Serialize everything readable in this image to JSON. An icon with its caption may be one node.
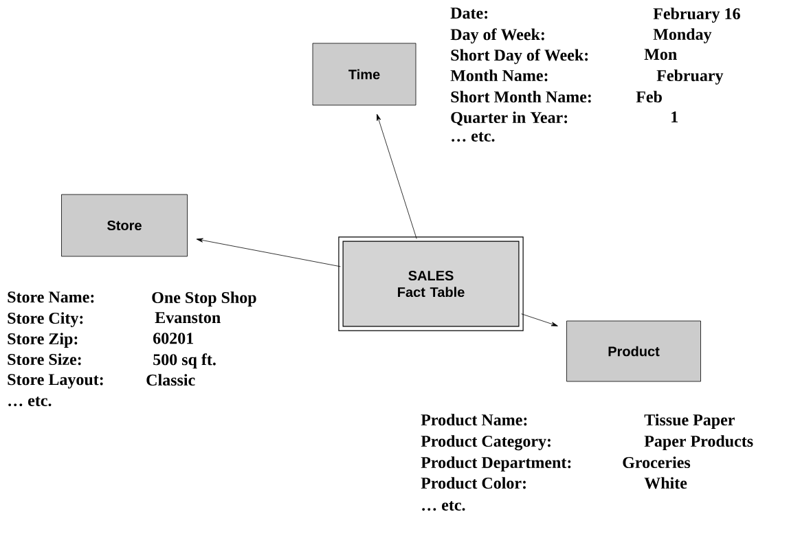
{
  "diagram": {
    "nodes": [
      {
        "text": [
          "Time"
        ]
      },
      {
        "text": [
          "Store"
        ]
      },
      {
        "text": [
          "SALES Fact Table"
        ]
      },
      {
        "text": [
          "Product"
        ]
      }
    ],
    "edges": [
      {
        "from": 2,
        "to": 0,
        "arrow": "to"
      },
      {
        "from": 2,
        "to": 1,
        "arrow": "to"
      },
      {
        "from": 2,
        "to": 3,
        "arrow": "to"
      }
    ],
    "labels": [
      "Date:",
      "February 16",
      "Day of Week:",
      "Monday",
      "Short Day of Week:",
      "Mon",
      "Month Name:",
      "February",
      "Short Month Name:",
      "Feb",
      "Quarter in Year:",
      "1",
      "… etc.",
      "Store Name:",
      "One Stop Shop",
      "Store City:",
      "Evanston",
      "Store Zip:",
      "60201",
      "Store Size:",
      "500 sq ft.",
      "Store Layout:",
      "Classic",
      "… etc.",
      "Product Name:",
      "Tissue Paper",
      "Product Category:",
      "Paper Products",
      "Product Department:",
      "Groceries",
      "Product Color:",
      "White",
      "… etc."
    ]
  }
}
